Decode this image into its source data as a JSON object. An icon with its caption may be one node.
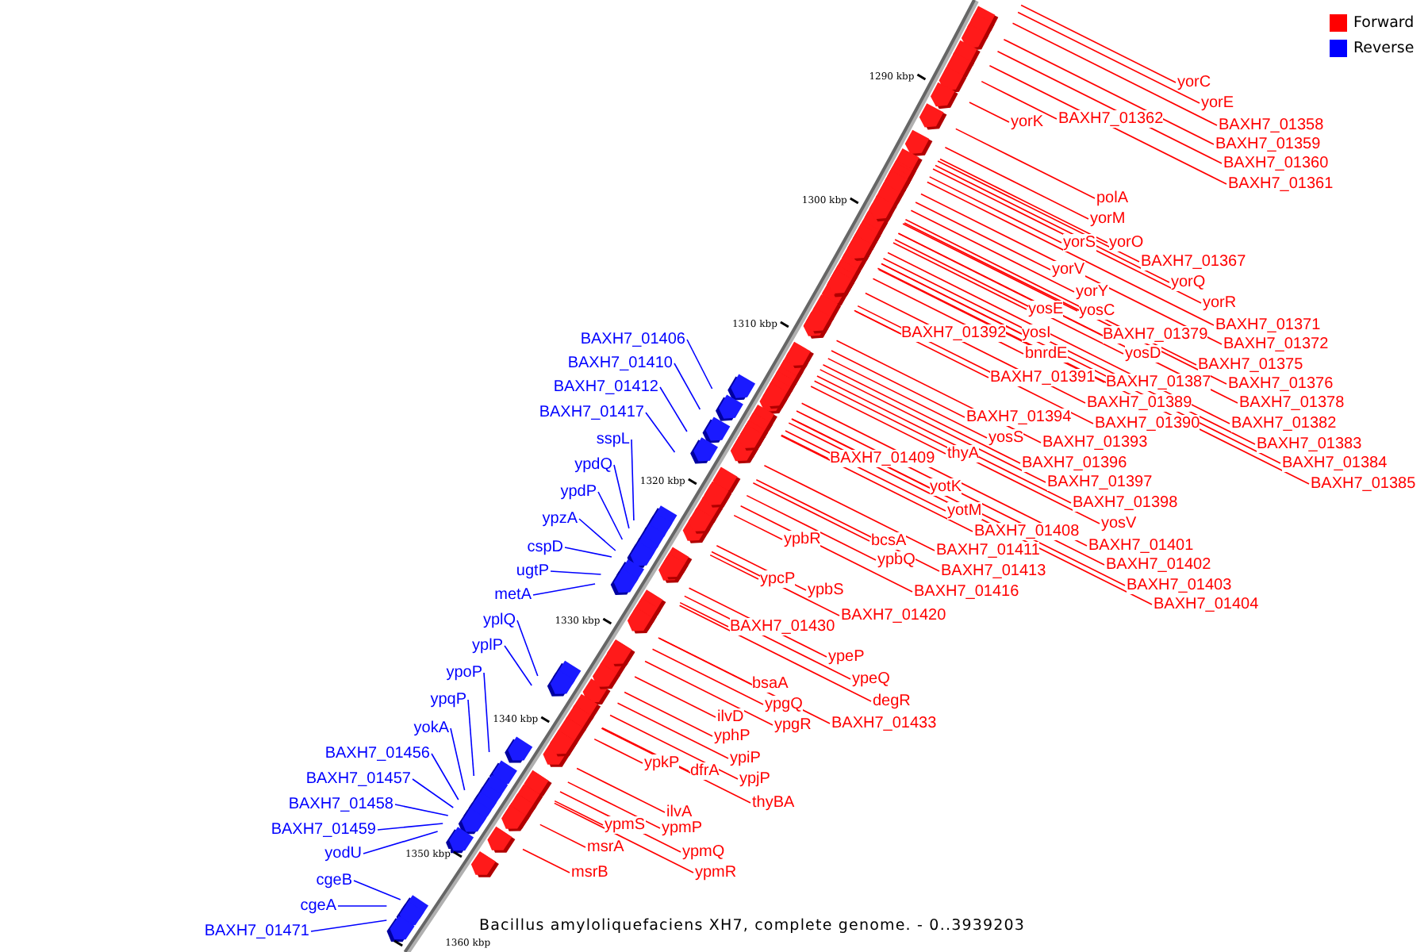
{
  "diagram": {
    "caption": "Bacillus amyloliquefaciens XH7, complete genome. - 0..3939203",
    "nodes": [
      {
        "text": [
          "yorC"
        ]
      },
      {
        "text": [
          "yorE"
        ]
      },
      {
        "text": [
          "BAXH7_01358"
        ]
      },
      {
        "text": [
          "BAXH7_01359"
        ]
      },
      {
        "text": [
          "BAXH7_01360"
        ]
      },
      {
        "text": [
          "BAXH7_01361"
        ]
      },
      {
        "text": [
          "yorK"
        ]
      },
      {
        "text": [
          "BAXH7_01362"
        ]
      },
      {
        "text": [
          "polA"
        ]
      },
      {
        "text": [
          "yorM"
        ]
      },
      {
        "text": [
          "yorS"
        ]
      },
      {
        "text": [
          "yorO"
        ]
      },
      {
        "text": [
          "BAXH7_01367"
        ]
      },
      {
        "text": [
          "yorV"
        ]
      },
      {
        "text": [
          "yorQ"
        ]
      },
      {
        "text": [
          "yorY"
        ]
      },
      {
        "text": [
          "yorR"
        ]
      },
      {
        "text": [
          "yosE"
        ]
      },
      {
        "text": [
          "yosC"
        ]
      },
      {
        "text": [
          "BAXH7_01371"
        ]
      },
      {
        "text": [
          "BAXH7_01392"
        ]
      },
      {
        "text": [
          "yosI"
        ]
      },
      {
        "text": [
          "BAXH7_01379"
        ]
      },
      {
        "text": [
          "bnrdE"
        ]
      },
      {
        "text": [
          "yosD"
        ]
      },
      {
        "text": [
          "BAXH7_01372"
        ]
      },
      {
        "text": [
          "BAXH7_01375"
        ]
      },
      {
        "text": [
          "BAXH7_01391"
        ]
      },
      {
        "text": [
          "BAXH7_01387"
        ]
      },
      {
        "text": [
          "BAXH7_01376"
        ]
      },
      {
        "text": [
          "BAXH7_01389"
        ]
      },
      {
        "text": [
          "BAXH7_01378"
        ]
      },
      {
        "text": [
          "BAXH7_01394"
        ]
      },
      {
        "text": [
          "BAXH7_01390"
        ]
      },
      {
        "text": [
          "BAXH7_01382"
        ]
      },
      {
        "text": [
          "yosS"
        ]
      },
      {
        "text": [
          "BAXH7_01393"
        ]
      },
      {
        "text": [
          "BAXH7_01383"
        ]
      },
      {
        "text": [
          "BAXH7_01409"
        ]
      },
      {
        "text": [
          "thyA"
        ]
      },
      {
        "text": [
          "BAXH7_01396"
        ]
      },
      {
        "text": [
          "BAXH7_01384"
        ]
      },
      {
        "text": [
          "BAXH7_01397"
        ]
      },
      {
        "text": [
          "BAXH7_01385"
        ]
      },
      {
        "text": [
          "yotK"
        ]
      },
      {
        "text": [
          "BAXH7_01398"
        ]
      },
      {
        "text": [
          "yotM"
        ]
      },
      {
        "text": [
          "yosV"
        ]
      },
      {
        "text": [
          "BAXH7_01408"
        ]
      },
      {
        "text": [
          "ypbR"
        ]
      },
      {
        "text": [
          "bcsA"
        ]
      },
      {
        "text": [
          "BAXH7_01401"
        ]
      },
      {
        "text": [
          "ypbQ"
        ]
      },
      {
        "text": [
          "BAXH7_01411"
        ]
      },
      {
        "text": [
          "BAXH7_01402"
        ]
      },
      {
        "text": [
          "BAXH7_01413"
        ]
      },
      {
        "text": [
          "BAXH7_01403"
        ]
      },
      {
        "text": [
          "ypcP"
        ]
      },
      {
        "text": [
          "ypbS"
        ]
      },
      {
        "text": [
          "BAXH7_01416"
        ]
      },
      {
        "text": [
          "BAXH7_01404"
        ]
      },
      {
        "text": [
          "BAXH7_01420"
        ]
      },
      {
        "text": [
          "BAXH7_01430"
        ]
      },
      {
        "text": [
          "ypeP"
        ]
      },
      {
        "text": [
          "ypeQ"
        ]
      },
      {
        "text": [
          "bsaA"
        ]
      },
      {
        "text": [
          "degR"
        ]
      },
      {
        "text": [
          "ypgQ"
        ]
      },
      {
        "text": [
          "ilvD"
        ]
      },
      {
        "text": [
          "ypgR"
        ]
      },
      {
        "text": [
          "BAXH7_01433"
        ]
      },
      {
        "text": [
          "yphP"
        ]
      },
      {
        "text": [
          "ypiP"
        ]
      },
      {
        "text": [
          "ypkP"
        ]
      },
      {
        "text": [
          "dfrA"
        ]
      },
      {
        "text": [
          "ypjP"
        ]
      },
      {
        "text": [
          "thyBA"
        ]
      },
      {
        "text": [
          "ilvA"
        ]
      },
      {
        "text": [
          "ypmS"
        ]
      },
      {
        "text": [
          "ypmP"
        ]
      },
      {
        "text": [
          "msrA"
        ]
      },
      {
        "text": [
          "ypmQ"
        ]
      },
      {
        "text": [
          "msrB"
        ]
      },
      {
        "text": [
          "ypmR"
        ]
      },
      {
        "text": [
          "BAXH7_01406"
        ]
      },
      {
        "text": [
          "BAXH7_01410"
        ]
      },
      {
        "text": [
          "BAXH7_01412"
        ]
      },
      {
        "text": [
          "BAXH7_01417"
        ]
      },
      {
        "text": [
          "sspL"
        ]
      },
      {
        "text": [
          "ypdQ"
        ]
      },
      {
        "text": [
          "ypdP"
        ]
      },
      {
        "text": [
          "ypzA"
        ]
      },
      {
        "text": [
          "cspD"
        ]
      },
      {
        "text": [
          "ugtP"
        ]
      },
      {
        "text": [
          "metA"
        ]
      },
      {
        "text": [
          "yplQ"
        ]
      },
      {
        "text": [
          "yplP"
        ]
      },
      {
        "text": [
          "ypoP"
        ]
      },
      {
        "text": [
          "ypqP"
        ]
      },
      {
        "text": [
          "yokA"
        ]
      },
      {
        "text": [
          "BAXH7_01456"
        ]
      },
      {
        "text": [
          "BAXH7_01457"
        ]
      },
      {
        "text": [
          "BAXH7_01458"
        ]
      },
      {
        "text": [
          "BAXH7_01459"
        ]
      },
      {
        "text": [
          "yodU"
        ]
      },
      {
        "text": [
          "cgeB"
        ]
      },
      {
        "text": [
          "cgeA"
        ]
      },
      {
        "text": [
          "BAXH7_01471"
        ]
      }
    ],
    "edges": [
      {
        "from": 0,
        "to": null,
        "arrow": "none"
      },
      {
        "from": 1,
        "to": null,
        "arrow": "none"
      },
      {
        "from": 2,
        "to": null,
        "arrow": "none"
      },
      {
        "from": 3,
        "to": null,
        "arrow": "none"
      },
      {
        "from": 4,
        "to": null,
        "arrow": "none"
      },
      {
        "from": 5,
        "to": null,
        "arrow": "none"
      },
      {
        "from": 6,
        "to": null,
        "arrow": "none"
      },
      {
        "from": 7,
        "to": null,
        "arrow": "none"
      },
      {
        "from": 8,
        "to": null,
        "arrow": "none"
      },
      {
        "from": 9,
        "to": null,
        "arrow": "none"
      },
      {
        "from": 10,
        "to": null,
        "arrow": "none"
      },
      {
        "from": 11,
        "to": null,
        "arrow": "none"
      },
      {
        "from": 12,
        "to": null,
        "arrow": "none"
      },
      {
        "from": 13,
        "to": null,
        "arrow": "none"
      },
      {
        "from": 14,
        "to": null,
        "arrow": "none"
      },
      {
        "from": 15,
        "to": null,
        "arrow": "none"
      },
      {
        "from": 16,
        "to": null,
        "arrow": "none"
      },
      {
        "from": 17,
        "to": null,
        "arrow": "none"
      },
      {
        "from": 18,
        "to": null,
        "arrow": "none"
      },
      {
        "from": 19,
        "to": null,
        "arrow": "none"
      },
      {
        "from": 20,
        "to": null,
        "arrow": "none"
      },
      {
        "from": 21,
        "to": null,
        "arrow": "none"
      },
      {
        "from": 22,
        "to": null,
        "arrow": "none"
      },
      {
        "from": 23,
        "to": null,
        "arrow": "none"
      },
      {
        "from": 24,
        "to": null,
        "arrow": "none"
      },
      {
        "from": 25,
        "to": null,
        "arrow": "none"
      },
      {
        "from": 26,
        "to": null,
        "arrow": "none"
      },
      {
        "from": 27,
        "to": null,
        "arrow": "none"
      },
      {
        "from": 28,
        "to": null,
        "arrow": "none"
      },
      {
        "from": 29,
        "to": null,
        "arrow": "none"
      },
      {
        "from": 30,
        "to": null,
        "arrow": "none"
      },
      {
        "from": 31,
        "to": null,
        "arrow": "none"
      },
      {
        "from": 32,
        "to": null,
        "arrow": "none"
      },
      {
        "from": 33,
        "to": null,
        "arrow": "none"
      },
      {
        "from": 34,
        "to": null,
        "arrow": "none"
      },
      {
        "from": 35,
        "to": null,
        "arrow": "none"
      },
      {
        "from": 36,
        "to": null,
        "arrow": "none"
      },
      {
        "from": 37,
        "to": null,
        "arrow": "none"
      },
      {
        "from": 38,
        "to": null,
        "arrow": "none"
      },
      {
        "from": 39,
        "to": null,
        "arrow": "none"
      },
      {
        "from": 40,
        "to": null,
        "arrow": "none"
      },
      {
        "from": 41,
        "to": null,
        "arrow": "none"
      },
      {
        "from": 42,
        "to": null,
        "arrow": "none"
      },
      {
        "from": 43,
        "to": null,
        "arrow": "none"
      },
      {
        "from": 44,
        "to": null,
        "arrow": "none"
      },
      {
        "from": 45,
        "to": null,
        "arrow": "none"
      },
      {
        "from": 46,
        "to": null,
        "arrow": "none"
      },
      {
        "from": 47,
        "to": null,
        "arrow": "none"
      },
      {
        "from": 48,
        "to": null,
        "arrow": "none"
      },
      {
        "from": 49,
        "to": null,
        "arrow": "none"
      },
      {
        "from": 50,
        "to": null,
        "arrow": "none"
      },
      {
        "from": 51,
        "to": null,
        "arrow": "none"
      },
      {
        "from": 52,
        "to": null,
        "arrow": "none"
      },
      {
        "from": 53,
        "to": null,
        "arrow": "none"
      },
      {
        "from": 54,
        "to": null,
        "arrow": "none"
      },
      {
        "from": 55,
        "to": null,
        "arrow": "none"
      },
      {
        "from": 56,
        "to": null,
        "arrow": "none"
      },
      {
        "from": 57,
        "to": null,
        "arrow": "none"
      },
      {
        "from": 58,
        "to": null,
        "arrow": "none"
      },
      {
        "from": 59,
        "to": null,
        "arrow": "none"
      },
      {
        "from": 60,
        "to": null,
        "arrow": "none"
      },
      {
        "from": 61,
        "to": null,
        "arrow": "none"
      },
      {
        "from": 62,
        "to": null,
        "arrow": "none"
      },
      {
        "from": 63,
        "to": null,
        "arrow": "none"
      },
      {
        "from": 64,
        "to": null,
        "arrow": "none"
      },
      {
        "from": 65,
        "to": null,
        "arrow": "none"
      },
      {
        "from": 66,
        "to": null,
        "arrow": "none"
      },
      {
        "from": 67,
        "to": null,
        "arrow": "none"
      },
      {
        "from": 68,
        "to": null,
        "arrow": "none"
      },
      {
        "from": 69,
        "to": null,
        "arrow": "none"
      },
      {
        "from": 70,
        "to": null,
        "arrow": "none"
      },
      {
        "from": 71,
        "to": null,
        "arrow": "none"
      },
      {
        "from": 72,
        "to": null,
        "arrow": "none"
      },
      {
        "from": 73,
        "to": null,
        "arrow": "none"
      },
      {
        "from": 74,
        "to": null,
        "arrow": "none"
      },
      {
        "from": 75,
        "to": null,
        "arrow": "none"
      },
      {
        "from": 76,
        "to": null,
        "arrow": "none"
      },
      {
        "from": 77,
        "to": null,
        "arrow": "none"
      },
      {
        "from": 78,
        "to": null,
        "arrow": "none"
      },
      {
        "from": 79,
        "to": null,
        "arrow": "none"
      },
      {
        "from": 80,
        "to": null,
        "arrow": "none"
      },
      {
        "from": 81,
        "to": null,
        "arrow": "none"
      },
      {
        "from": 82,
        "to": null,
        "arrow": "none"
      },
      {
        "from": 83,
        "to": null,
        "arrow": "none"
      },
      {
        "from": 84,
        "to": null,
        "arrow": "none",
        "color": "#0000ff"
      },
      {
        "from": 85,
        "to": null,
        "arrow": "none",
        "color": "#0000ff"
      },
      {
        "from": 86,
        "to": null,
        "arrow": "none",
        "color": "#0000ff"
      },
      {
        "from": 87,
        "to": null,
        "arrow": "none",
        "color": "#0000ff"
      },
      {
        "from": 88,
        "to": null,
        "arrow": "none",
        "color": "#0000ff"
      },
      {
        "from": 89,
        "to": null,
        "arrow": "none",
        "color": "#0000ff"
      },
      {
        "from": 90,
        "to": null,
        "arrow": "none",
        "color": "#0000ff"
      },
      {
        "from": 91,
        "to": null,
        "arrow": "none",
        "color": "#0000ff"
      },
      {
        "from": 92,
        "to": null,
        "arrow": "none",
        "color": "#0000ff"
      },
      {
        "from": 93,
        "to": null,
        "arrow": "none",
        "color": "#0000ff"
      },
      {
        "from": 94,
        "to": null,
        "arrow": "none",
        "color": "#0000ff"
      },
      {
        "from": 95,
        "to": null,
        "arrow": "none",
        "color": "#0000ff"
      },
      {
        "from": 96,
        "to": null,
        "arrow": "none",
        "color": "#0000ff"
      },
      {
        "from": 97,
        "to": null,
        "arrow": "none",
        "color": "#0000ff"
      },
      {
        "from": 98,
        "to": null,
        "arrow": "none",
        "color": "#0000ff"
      },
      {
        "from": 99,
        "to": null,
        "arrow": "none",
        "color": "#0000ff"
      },
      {
        "from": 100,
        "to": null,
        "arrow": "none",
        "color": "#0000ff"
      },
      {
        "from": 101,
        "to": null,
        "arrow": "none",
        "color": "#0000ff"
      },
      {
        "from": 102,
        "to": null,
        "arrow": "none",
        "color": "#0000ff"
      },
      {
        "from": 103,
        "to": null,
        "arrow": "none",
        "color": "#0000ff"
      },
      {
        "from": 104,
        "to": null,
        "arrow": "none",
        "color": "#0000ff"
      },
      {
        "from": 105,
        "to": null,
        "arrow": "none",
        "color": "#0000ff"
      },
      {
        "from": 106,
        "to": null,
        "arrow": "none",
        "color": "#0000ff"
      },
      {
        "from": 107,
        "to": null,
        "arrow": "none",
        "color": "#0000ff"
      }
    ],
    "labels": [
      "1290 kbp",
      "1300 kbp",
      "1310 kbp",
      "1320 kbp",
      "1330 kbp",
      "1340 kbp",
      "1350 kbp",
      "1360 kbp"
    ],
    "legend": [
      {
        "text": "Forward",
        "color": "#ff0000"
      },
      {
        "text": "Reverse",
        "color": "#0000ff"
      }
    ]
  }
}
